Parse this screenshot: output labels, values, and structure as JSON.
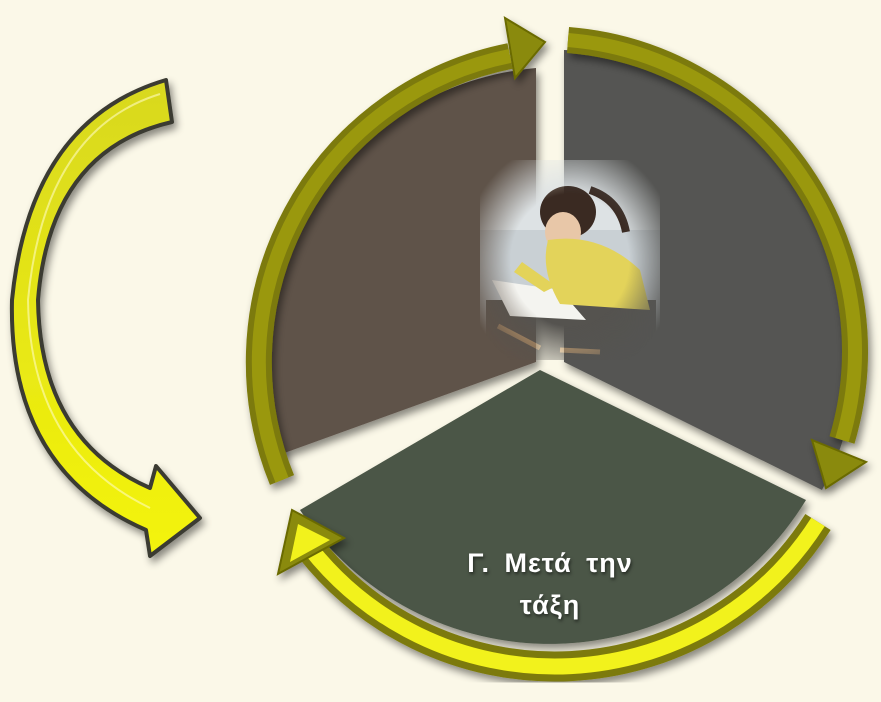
{
  "diagram": {
    "segments": [
      {
        "id": "top-left",
        "label": "",
        "fill": "#5e5249"
      },
      {
        "id": "top-right",
        "label": "",
        "fill": "#555452"
      },
      {
        "id": "bottom",
        "label": "Γ. Μετά την τάξη",
        "fill": "#4b5646",
        "highlighted": true
      }
    ],
    "photo": {
      "description_icon": "girl-drawing-photo"
    },
    "colors": {
      "background": "#fbf8e8",
      "arrow_olive": "#8a8a0a",
      "arrow_highlight": "#f2f21a",
      "side_arrow": "#e8e82a"
    }
  }
}
